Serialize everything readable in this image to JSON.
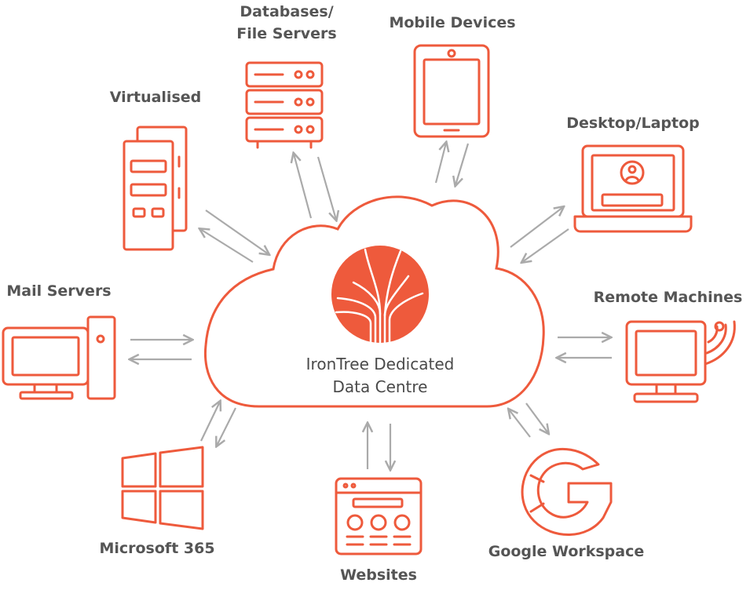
{
  "center": {
    "line1": "IronTree Dedicated",
    "line2": "Data Centre"
  },
  "nodes": {
    "virtualised": "Virtualised",
    "databases_line1": "Databases/",
    "databases_line2": "File Servers",
    "mobile": "Mobile Devices",
    "desktop": "Desktop/Laptop",
    "remote": "Remote Machines",
    "google": "Google Workspace",
    "websites": "Websites",
    "microsoft": "Microsoft 365",
    "mail": "Mail Servers"
  },
  "colors": {
    "accent": "#ee5a3c",
    "arrow": "#aaaaaa",
    "text": "#555555"
  },
  "icons": [
    "virtual-server-icon",
    "database-server-icon",
    "tablet-icon",
    "laptop-login-icon",
    "remote-monitor-icon",
    "google-logo-icon",
    "website-icon",
    "windows-logo-icon",
    "desktop-computer-icon",
    "irontree-logo-icon"
  ]
}
